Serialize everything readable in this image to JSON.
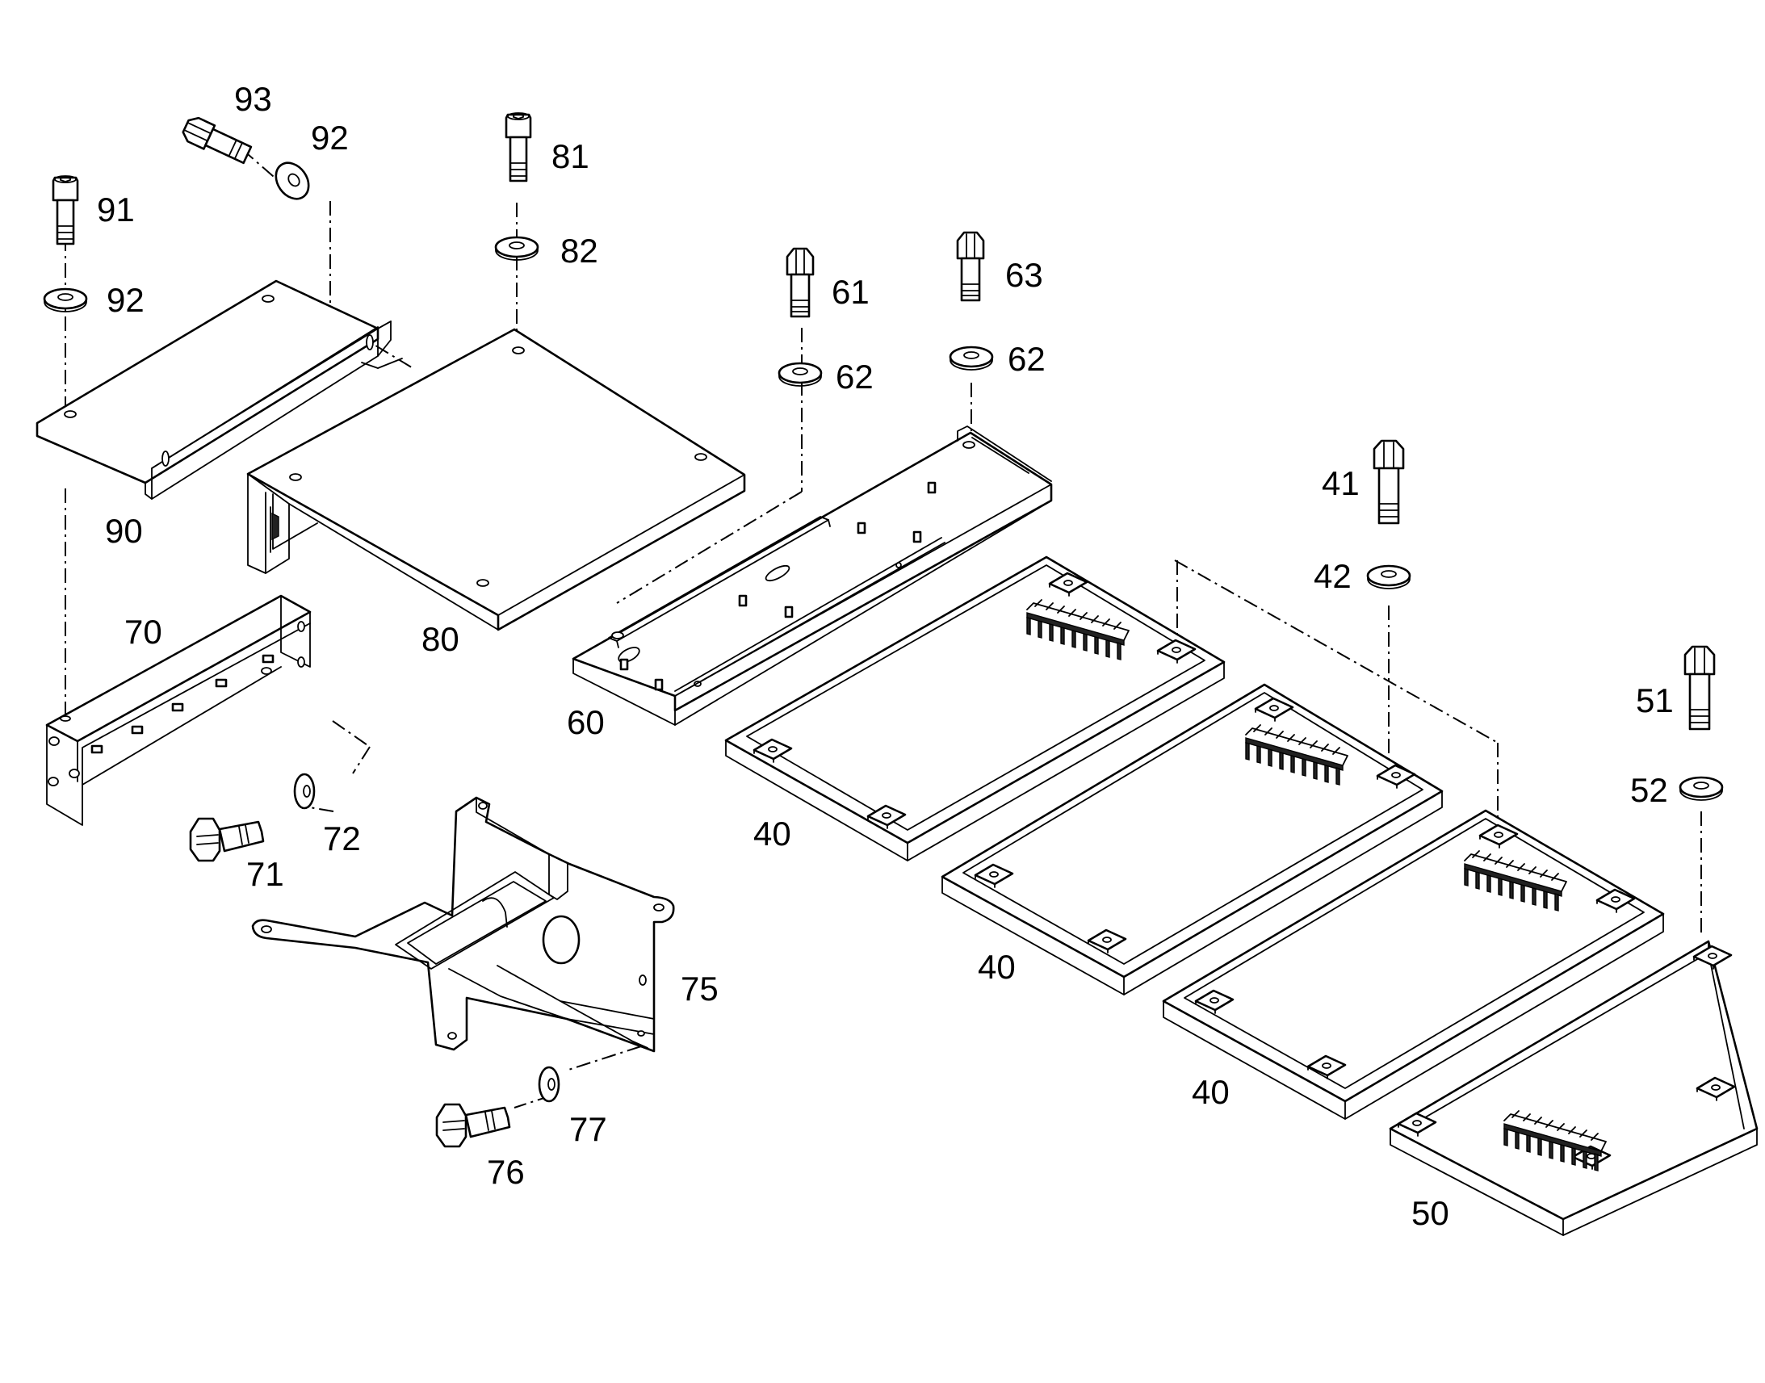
{
  "figure": "exploded parts diagram",
  "labels": {
    "p93": "93",
    "p92a": "92",
    "p91": "91",
    "p92b": "92",
    "p90": "90",
    "p81": "81",
    "p82": "82",
    "p80": "80",
    "p61": "61",
    "p62a": "62",
    "p63": "63",
    "p62b": "62",
    "p60": "60",
    "p70": "70",
    "p71": "71",
    "p72": "72",
    "p75": "75",
    "p76": "76",
    "p77": "77",
    "p41": "41",
    "p42": "42",
    "p40a": "40",
    "p40b": "40",
    "p40c": "40",
    "p51": "51",
    "p52": "52",
    "p50": "50"
  }
}
